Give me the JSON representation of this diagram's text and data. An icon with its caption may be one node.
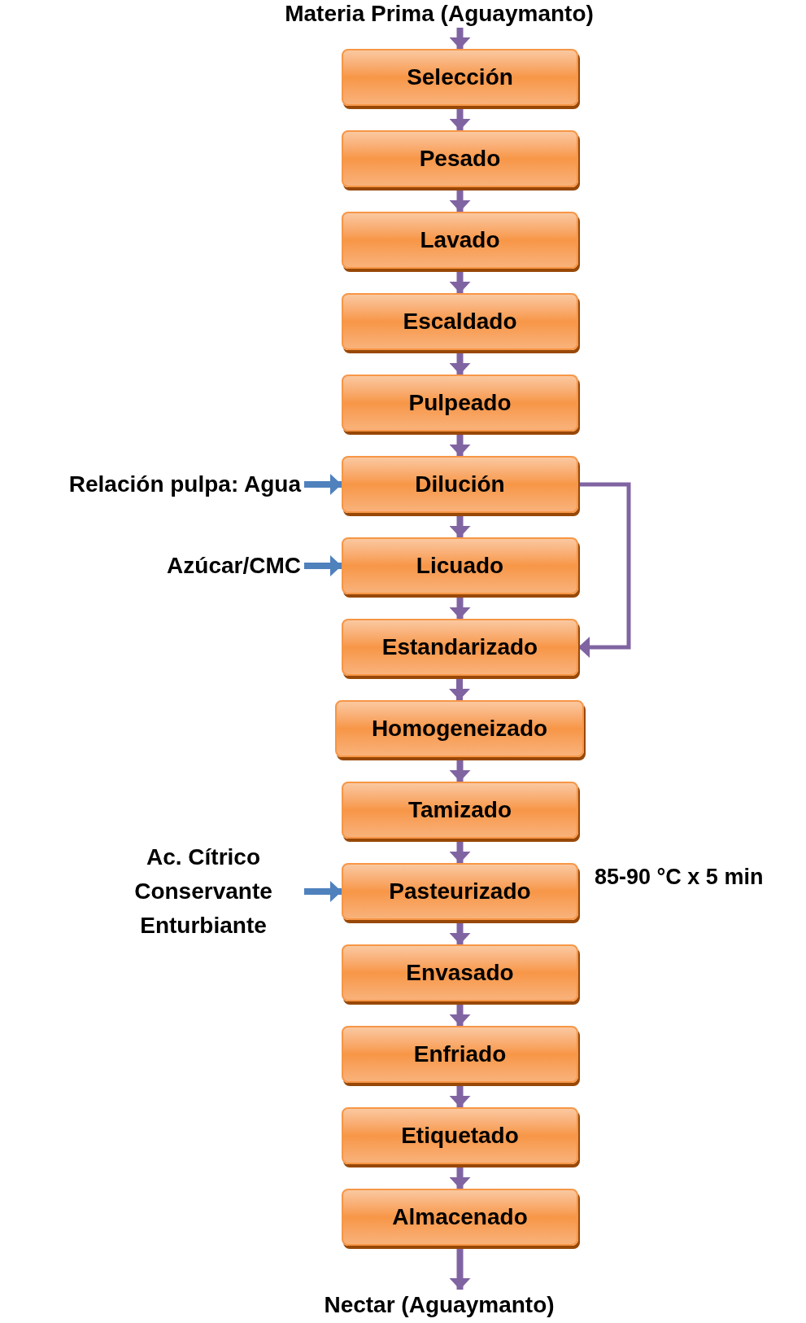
{
  "diagram": {
    "nodes": [
      {
        "text": [
          "Materia Prima (Aguaymanto)"
        ]
      },
      {
        "text": [
          "Selección"
        ]
      },
      {
        "text": [
          "Pesado"
        ]
      },
      {
        "text": [
          "Lavado"
        ]
      },
      {
        "text": [
          "Escaldado"
        ]
      },
      {
        "text": [
          "Pulpeado"
        ]
      },
      {
        "text": [
          "Dilución"
        ]
      },
      {
        "text": [
          "Licuado"
        ]
      },
      {
        "text": [
          "Estandarizado"
        ]
      },
      {
        "text": [
          "Homogeneizado"
        ]
      },
      {
        "text": [
          "Tamizado"
        ]
      },
      {
        "text": [
          "Pasteurizado"
        ],
        "beside": [
          "85-90 °C x 5 min"
        ]
      },
      {
        "text": [
          "Envasado"
        ]
      },
      {
        "text": [
          "Enfriado"
        ]
      },
      {
        "text": [
          "Etiquetado"
        ]
      },
      {
        "text": [
          "Almacenado"
        ]
      },
      {
        "text": [
          "Nectar (Aguaymanto)"
        ]
      },
      {
        "text": [
          "Relación pulpa: Agua"
        ]
      },
      {
        "text": [
          "Azúcar/CMC"
        ]
      },
      {
        "text": [
          "Ac. Cítrico Conservante Enturbiante"
        ]
      }
    ],
    "edges": [
      {
        "from": 0,
        "to": 1,
        "arrow": "to"
      },
      {
        "from": 1,
        "to": 2,
        "arrow": "to"
      },
      {
        "from": 2,
        "to": 3,
        "arrow": "to"
      },
      {
        "from": 3,
        "to": 4,
        "arrow": "to"
      },
      {
        "from": 4,
        "to": 5,
        "arrow": "to"
      },
      {
        "from": 5,
        "to": 6,
        "arrow": "to"
      },
      {
        "from": 6,
        "to": 7,
        "arrow": "to"
      },
      {
        "from": 7,
        "to": 8,
        "arrow": "to"
      },
      {
        "from": 8,
        "to": 9,
        "arrow": "to"
      },
      {
        "from": 9,
        "to": 10,
        "arrow": "to"
      },
      {
        "from": 10,
        "to": 11,
        "arrow": "to"
      },
      {
        "from": 11,
        "to": 12,
        "arrow": "to"
      },
      {
        "from": 12,
        "to": 13,
        "arrow": "to"
      },
      {
        "from": 13,
        "to": 14,
        "arrow": "to"
      },
      {
        "from": 14,
        "to": 15,
        "arrow": "to"
      },
      {
        "from": 15,
        "to": 16,
        "arrow": "to"
      },
      {
        "from": 17,
        "to": 6,
        "arrow": "to",
        "color": "#4f81bd"
      },
      {
        "from": 18,
        "to": 7,
        "arrow": "to",
        "color": "#4f81bd"
      },
      {
        "from": 19,
        "to": 11,
        "arrow": "to",
        "color": "#4f81bd"
      },
      {
        "from": 6,
        "to": 8,
        "arrow": "to"
      }
    ]
  }
}
